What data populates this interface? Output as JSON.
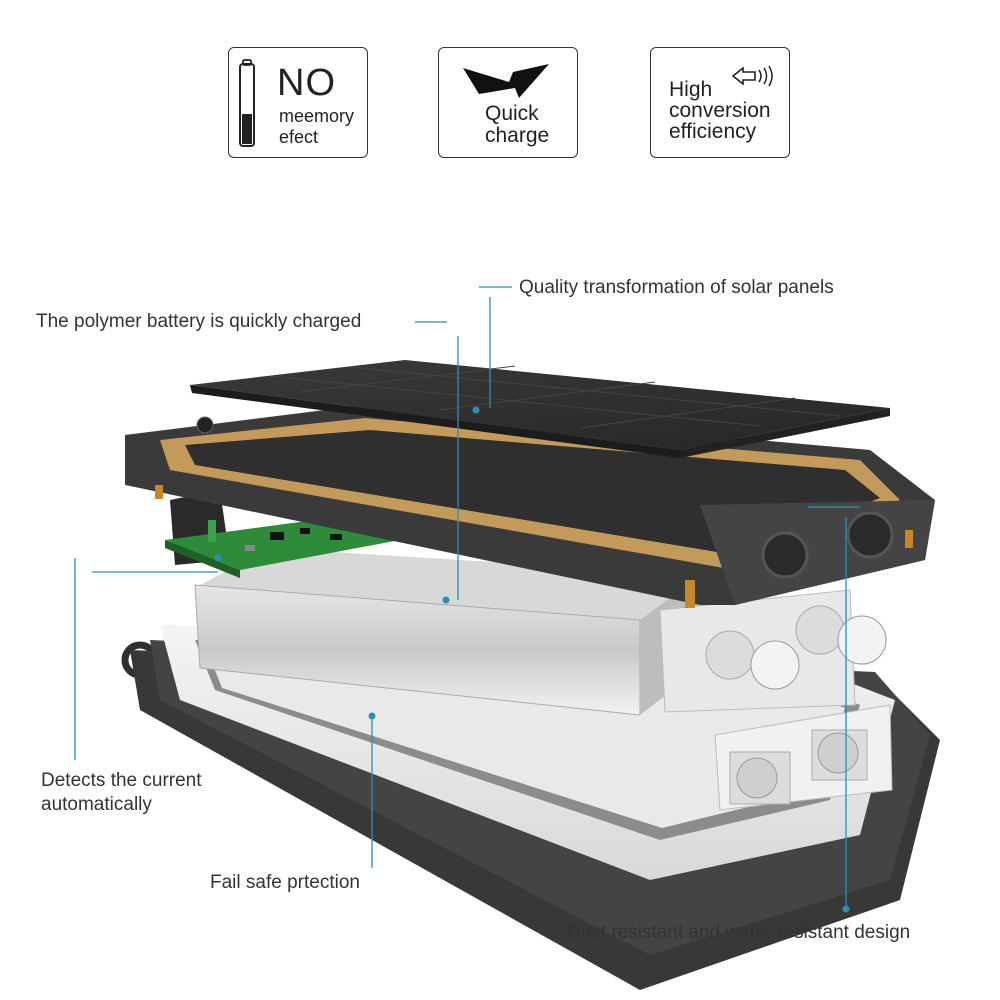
{
  "features": [
    {
      "icon": "battery-icon",
      "title": "NO",
      "lines": [
        "meemory",
        "efect"
      ]
    },
    {
      "icon": "lightning-icon",
      "lines": [
        "Quick",
        "charge"
      ]
    },
    {
      "icon": "speaker-arrow-icon",
      "lines": [
        "High",
        "conversion",
        "efficiency"
      ]
    }
  ],
  "callouts": {
    "solar": "Quality transformation of solar panels",
    "battery": "The polymer battery is quickly charged",
    "detect": [
      "Detects the current",
      "automatically"
    ],
    "failsafe": "Fail safe prtection",
    "dust": "Dust resistant and water resistant design"
  },
  "colors": {
    "callout_line": "#2a8fb5",
    "box_border": "#333333",
    "case_dark": "#3a3a3a",
    "solar_panel": "#2f2f2f",
    "pcb_green": "#2e8b3a",
    "accent_orange": "#c8862a"
  }
}
